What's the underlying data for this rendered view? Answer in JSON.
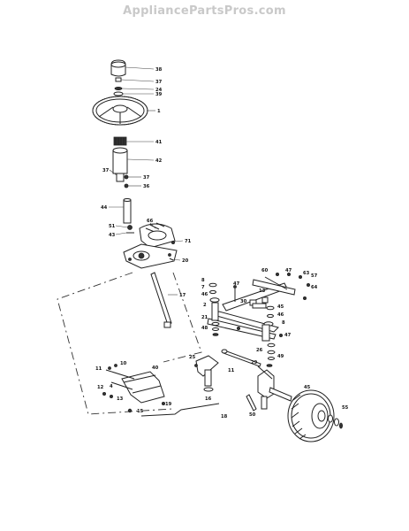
{
  "watermark": "AppliancePartsPros.com",
  "callouts": {
    "c38": "38",
    "c37": "37",
    "c24": "24",
    "c39": "39",
    "c1": "1",
    "c41": "41",
    "c42": "42",
    "c37b": "37",
    "c37c": "37",
    "c36": "36",
    "c44": "44",
    "c66": "66",
    "c51": "51",
    "c43": "43",
    "c71": "71",
    "c20": "20",
    "c17": "17",
    "c8": "8",
    "c7": "7",
    "c46": "46",
    "c48": "48",
    "c13": "13",
    "c47": "47",
    "c46b": "46",
    "c2": "2",
    "c21": "21",
    "c60": "60",
    "c47b": "47",
    "c45": "45",
    "c30": "30",
    "c63": "63",
    "c10": "10",
    "c11": "11",
    "c12": "12",
    "c13b": "13",
    "c15": "15",
    "c19": "19",
    "c16": "16",
    "c4": "4",
    "c40": "40",
    "c18": "18",
    "c25": "25",
    "c26": "26",
    "c29": "29",
    "c49": "49",
    "c50": "50",
    "c55": "55",
    "c57": "57",
    "c64": "64"
  }
}
